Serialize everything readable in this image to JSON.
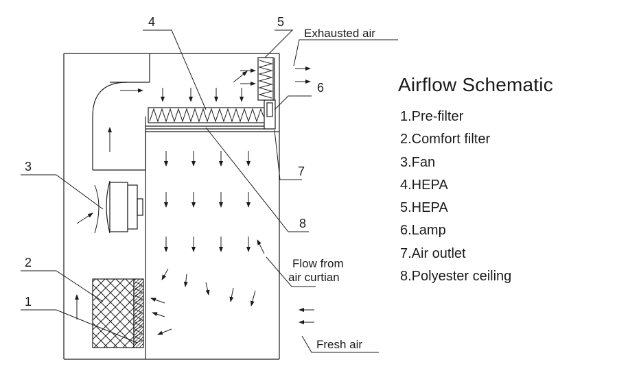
{
  "legend": {
    "title": "Airflow Schematic",
    "items": [
      "1.Pre-filter",
      "2.Comfort filter",
      "3.Fan",
      "4.HEPA",
      "5.HEPA",
      "6.Lamp",
      "7.Air outlet",
      "8.Polyester ceiling"
    ]
  },
  "diagram": {
    "callouts": [
      "1",
      "2",
      "3",
      "4",
      "5",
      "6",
      "7",
      "8"
    ],
    "exhausted_air_label": "Exhausted air",
    "fresh_air_label": "Fresh air",
    "curtain_label_line1": "Flow from",
    "curtain_label_line2": "air curtian"
  },
  "colors": {
    "line": "#1a1a1a",
    "background": "#ffffff"
  }
}
